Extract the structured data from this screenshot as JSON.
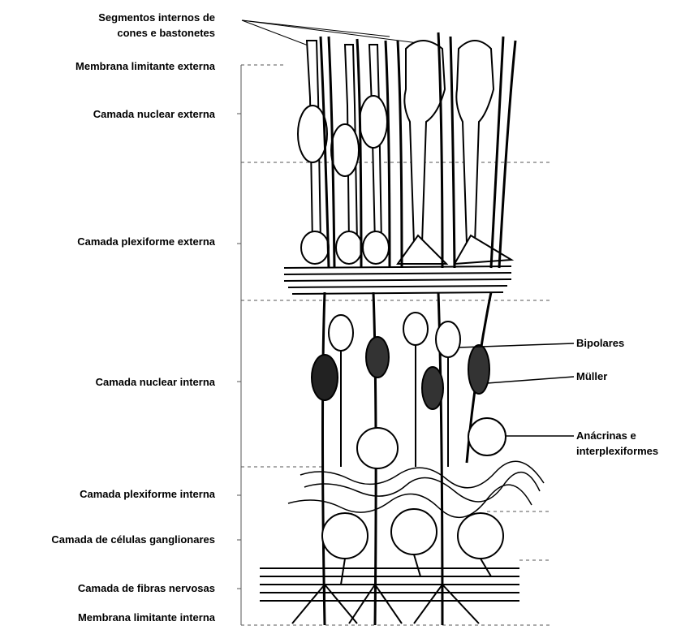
{
  "left_labels": {
    "segmentos_line1": "Segmentos internos de",
    "segmentos_line2": "cones e bastonetes",
    "membrana_externa": "Membrana limitante externa",
    "nuclear_externa": "Camada nuclear externa",
    "plexiforme_externa": "Camada plexiforme externa",
    "nuclear_interna": "Camada nuclear interna",
    "plexiforme_interna": "Camada plexiforme interna",
    "ganglionares": "Camada de células ganglionares",
    "fibras": "Camada de fibras nervosas",
    "membrana_interna": "Membrana limitante interna"
  },
  "right_labels": {
    "bipolares": "Bipolares",
    "muller": "Müller",
    "anacrinas_line1": "Anácrinas e",
    "anacrinas_line2": "interplexiformes"
  },
  "colors": {
    "ink": "#000000",
    "guide": "#555555",
    "background": "#ffffff"
  }
}
